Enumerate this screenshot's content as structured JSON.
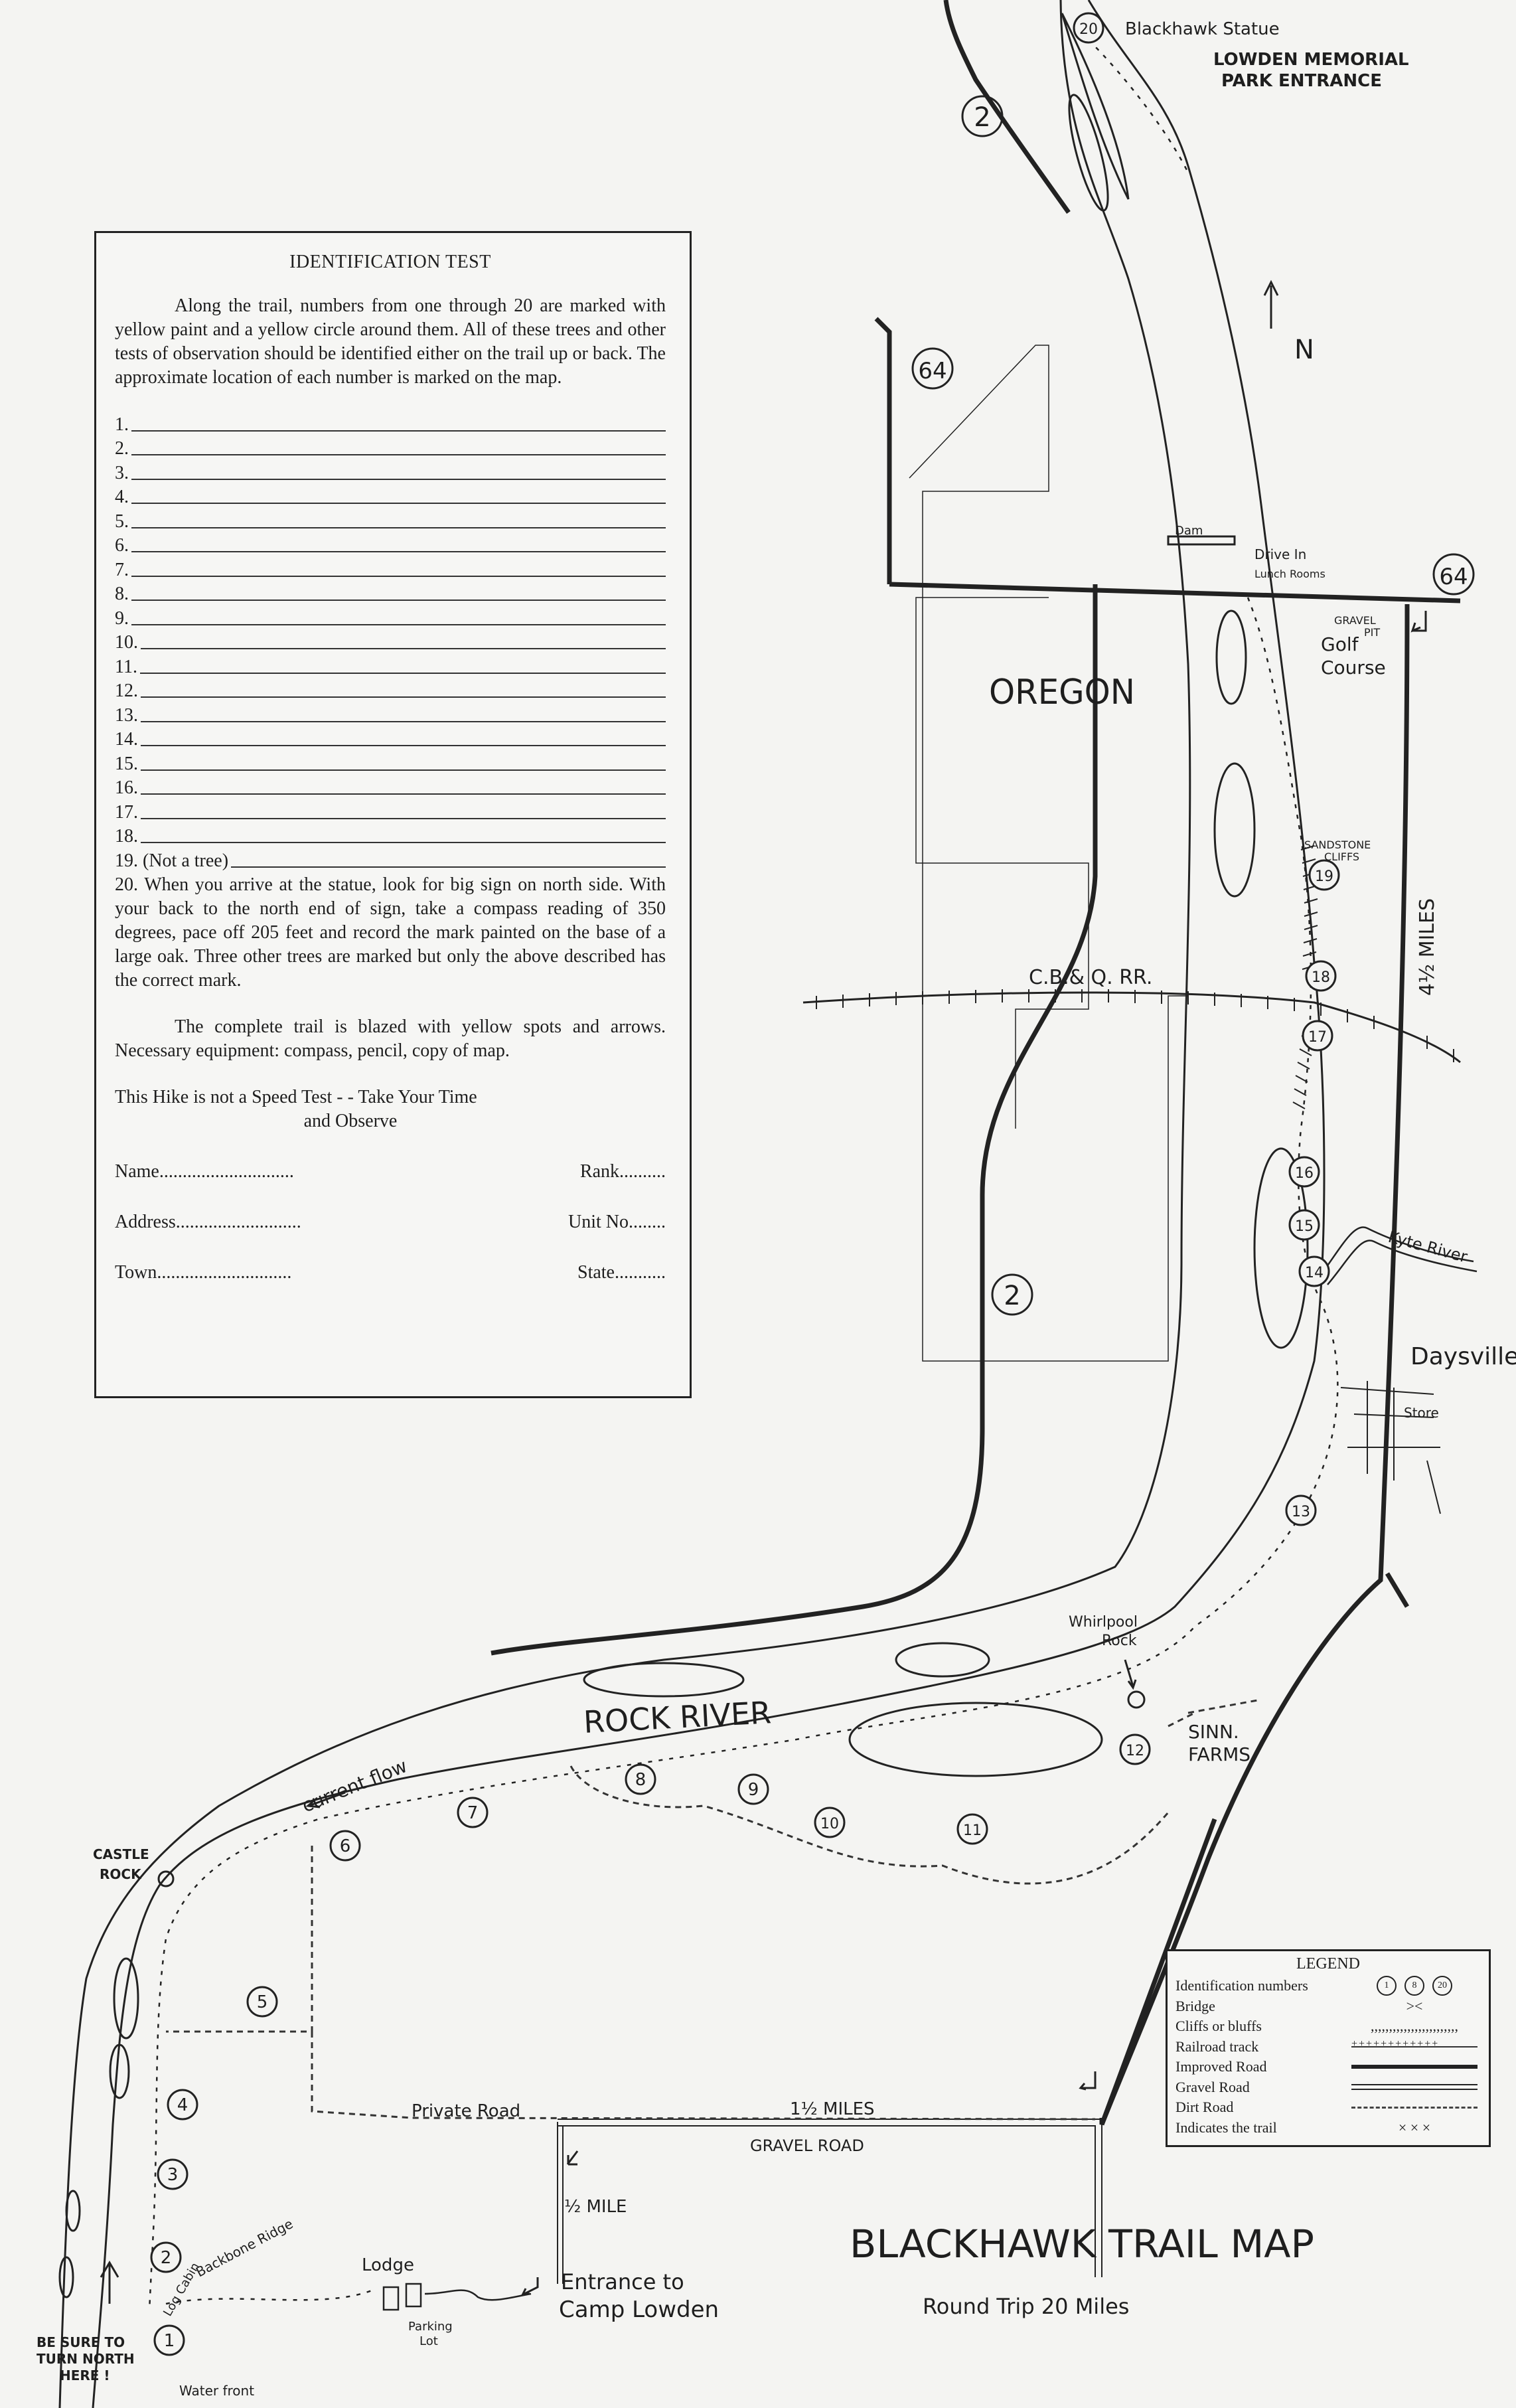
{
  "id_test": {
    "title": "IDENTIFICATION TEST",
    "intro": "Along the trail, numbers from one through 20 are marked with yellow paint and a yellow circle around them. All of these trees and other tests of observation should be identified either on the trail up or back. The approximate location of each number is marked on the map.",
    "items": [
      "1.",
      "2.",
      "3.",
      "4.",
      "5.",
      "6.",
      "7.",
      "8.",
      "9.",
      "10.",
      "11.",
      "12.",
      "13.",
      "14.",
      "15.",
      "16.",
      "17.",
      "18.",
      "19. (Not a tree)"
    ],
    "item20": "20. When you arrive at the statue, look for big sign on north side. With your back to the north end of sign, take a compass reading of 350 degrees, pace off 205 feet and record the mark painted on the base of a large oak. Three other trees are marked but only the above described has the correct mark.",
    "blazed": "The complete trail is blazed with yellow spots and arrows. Necessary equipment: compass, pencil, copy of map.",
    "speed_line1": "This Hike is not a Speed Test - - Take Your Time",
    "speed_line2": "and Observe",
    "name": "Name.............................",
    "rank": "Rank..........",
    "address": "Address...........................",
    "unit": "Unit No........",
    "town": "Town.............................",
    "state": "State..........."
  },
  "labels": {
    "blackhawk_statue": "Blackhawk Statue",
    "lowden1": "LOWDEN MEMORIAL",
    "lowden2": "PARK ENTRANCE",
    "north": "N",
    "oregon": "OREGON",
    "dam": "Dam",
    "drive_in1": "Drive In",
    "drive_in2": "Lunch Rooms",
    "gravel_pit1": "GRAVEL",
    "gravel_pit2": "PIT",
    "golf1": "Golf",
    "golf2": "Course",
    "sandstone1": "SANDSTONE",
    "sandstone2": "CLIFFS",
    "cbq": "C.B.& Q. RR.",
    "four_half": "4½ MILES",
    "kyte": "Kyte River",
    "daysville": "Daysville",
    "store": "Store",
    "whirlpool1": "Whirlpool",
    "whirlpool2": "Rock",
    "rock_river": "ROCK RIVER",
    "sinn1": "SINN.",
    "sinn2": "FARMS",
    "current": "current flow",
    "castle1": "CASTLE",
    "castle2": "ROCK",
    "private_road": "Private Road",
    "one_half": "1½ MILES",
    "gravel_road": "GRAVEL ROAD",
    "half_mile": "½ MILE",
    "lodge": "Lodge",
    "log_cabin": "Log Cabin",
    "backbone": "Backbone Ridge",
    "parking1": "Parking",
    "parking2": "Lot",
    "entrance1": "Entrance to",
    "entrance2": "Camp Lowden",
    "turn1": "BE SURE TO",
    "turn2": "TURN NORTH",
    "turn3": "HERE !",
    "waterfront": "Water front",
    "map_title": "BLACKHAWK TRAIL MAP",
    "map_subtitle": "Round Trip 20 Miles",
    "route2_a": "2",
    "route2_b": "2",
    "route64_a": "64",
    "route64_b": "64"
  },
  "markers": [
    "1",
    "2",
    "3",
    "4",
    "5",
    "6",
    "7",
    "8",
    "9",
    "10",
    "11",
    "12",
    "13",
    "14",
    "15",
    "16",
    "17",
    "18",
    "19",
    "20"
  ],
  "legend": {
    "title": "LEGEND",
    "rows": [
      "Identification numbers",
      "Bridge",
      "Cliffs or bluffs",
      "Railroad track",
      "Improved Road",
      "Gravel Road",
      "Dirt Road",
      "Indicates the trail"
    ],
    "sym_1": "1",
    "sym_8": "8",
    "sym_20": "20",
    "trail_sym": "×    ×    ×"
  }
}
